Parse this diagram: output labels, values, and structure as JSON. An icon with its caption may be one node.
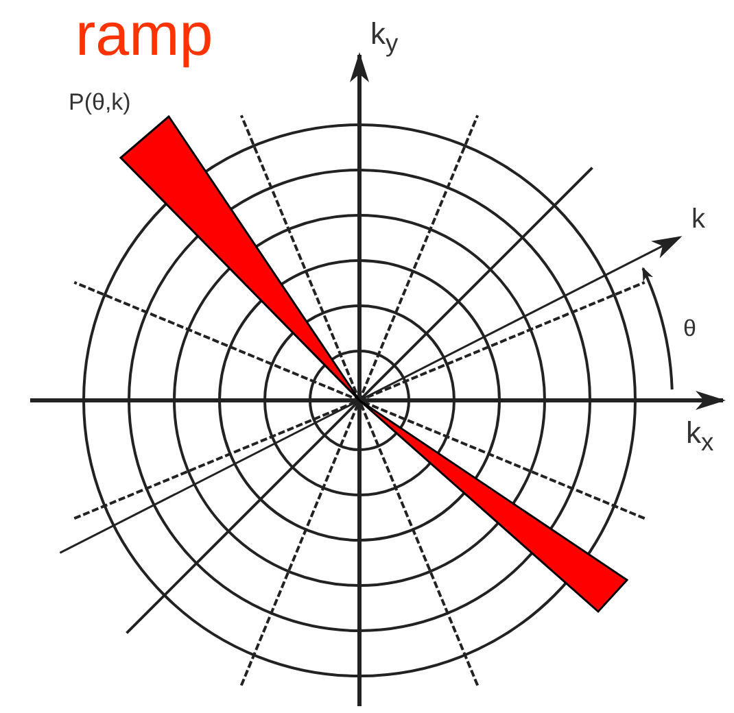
{
  "diagram": {
    "title": "ramp",
    "labels": [
      "P(θ,k)",
      "k$_{y}$",
      "k",
      "θ",
      "k$_{x}$"
    ]
  }
}
